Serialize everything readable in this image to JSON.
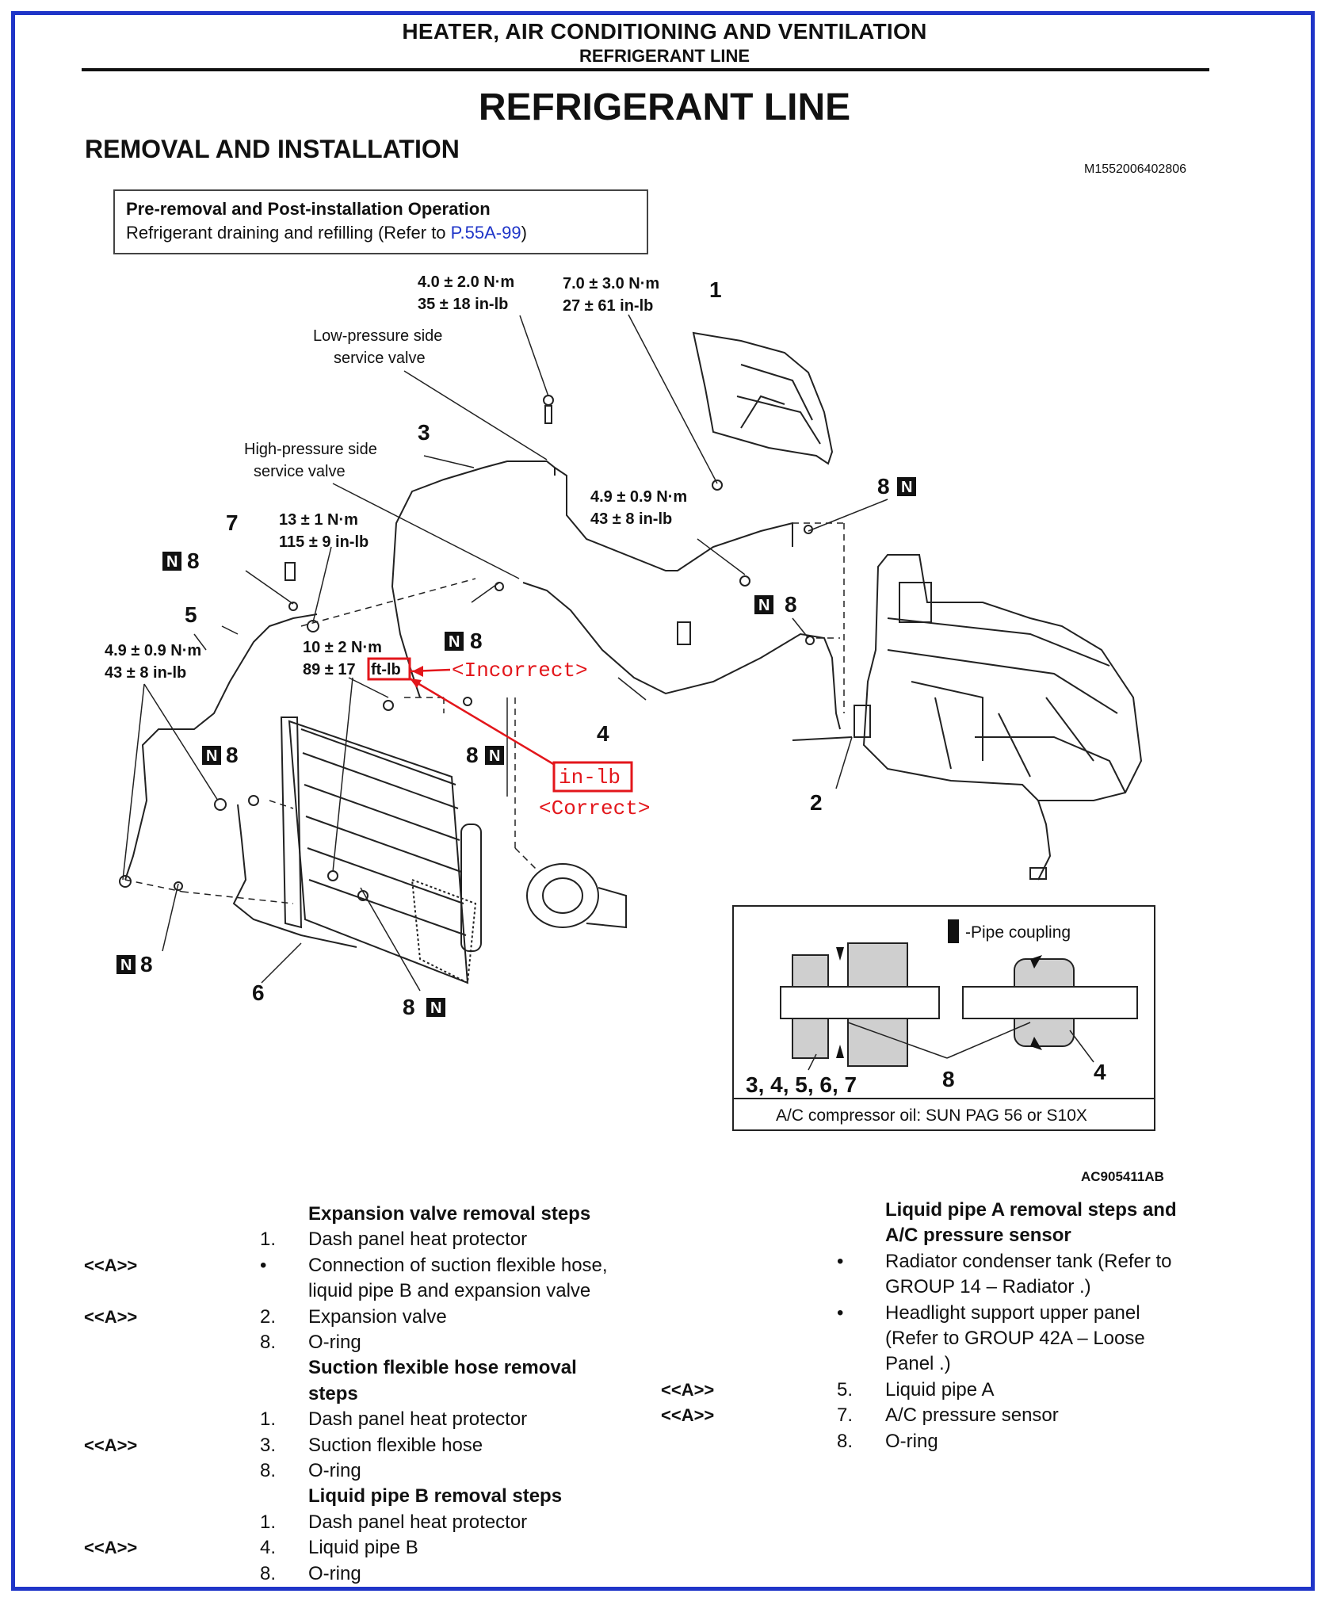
{
  "header": {
    "section": "HEATER, AIR CONDITIONING AND VENTILATION",
    "subsection": "REFRIGERANT LINE"
  },
  "title": "REFRIGERANT LINE",
  "subtitle": "REMOVAL AND INSTALLATION",
  "doc_id": "M1552006402806",
  "pre_box": {
    "heading": "Pre-removal and Post-installation Operation",
    "text": "Refrigerant draining and refilling (Refer to ",
    "link": "P.55A-99",
    "text_end": ")"
  },
  "diagram": {
    "torque_a1": "4.0 ± 2.0 N·m",
    "torque_a2": "35 ± 18 in-lb",
    "torque_b1": "7.0 ± 3.0 N·m",
    "torque_b2": "27 ± 61 in-lb",
    "low_valve_1": "Low-pressure side",
    "low_valve_2": "service valve",
    "high_valve_1": "High-pressure side",
    "high_valve_2": "service valve",
    "torque_c1": "13 ± 1 N·m",
    "torque_c2": "115 ± 9 in-lb",
    "torque_d1": "4.9 ± 0.9 N·m",
    "torque_d2": "43 ± 8 in-lb",
    "torque_e1": "4.9 ± 0.9 N·m",
    "torque_e2": "43 ± 8 in-lb",
    "torque_f1": "10 ± 2 N·m",
    "torque_f2": "89 ± 17",
    "torque_f_unit": "ft-lb",
    "incorrect": "<Incorrect>",
    "correct_unit": "in-lb",
    "correct": "<Correct>",
    "n_badge": "N",
    "part_1": "1",
    "part_2": "2",
    "part_3": "3",
    "part_4": "4",
    "part_5": "5",
    "part_6": "6",
    "part_7": "7",
    "part_8": "8",
    "inset": {
      "legend": "-Pipe coupling",
      "label_left": "3, 4, 5, 6, 7",
      "label_mid": "8",
      "label_right": "4",
      "oil": "A/C compressor oil: SUN PAG 56 or S10X"
    },
    "fig_id": "AC905411AB"
  },
  "steps_left": [
    {
      "mark": "",
      "num": "",
      "text": "Expansion valve removal steps",
      "heading": true
    },
    {
      "mark": "",
      "num": "1.",
      "text": "Dash panel heat protector"
    },
    {
      "mark": "<<A>>",
      "num": "•",
      "text": "Connection of suction flexible hose,"
    },
    {
      "mark": "",
      "num": "",
      "text": "liquid pipe B and expansion valve"
    },
    {
      "mark": "<<A>>",
      "num": "2.",
      "text": "Expansion valve"
    },
    {
      "mark": "",
      "num": "8.",
      "text": "O-ring"
    },
    {
      "mark": "",
      "num": "",
      "text": "Suction flexible hose removal",
      "heading": true
    },
    {
      "mark": "",
      "num": "",
      "text": "steps",
      "heading": true
    },
    {
      "mark": "",
      "num": "1.",
      "text": "Dash panel heat protector"
    },
    {
      "mark": "<<A>>",
      "num": "3.",
      "text": "Suction flexible hose"
    },
    {
      "mark": "",
      "num": "8.",
      "text": "O-ring"
    },
    {
      "mark": "",
      "num": "",
      "text": "Liquid pipe B removal steps",
      "heading": true
    },
    {
      "mark": "",
      "num": "1.",
      "text": "Dash panel heat protector"
    },
    {
      "mark": "<<A>>",
      "num": "4.",
      "text": "Liquid pipe B"
    },
    {
      "mark": "",
      "num": "8.",
      "text": "O-ring"
    }
  ],
  "steps_right": [
    {
      "mark": "",
      "num": "",
      "text": "Liquid pipe A removal steps and",
      "heading": true
    },
    {
      "mark": "",
      "num": "",
      "text": "A/C pressure sensor",
      "heading": true
    },
    {
      "mark": "",
      "num": "•",
      "text": "Radiator condenser tank (Refer to"
    },
    {
      "mark": "",
      "num": "",
      "text": "GROUP 14 – Radiator  .)"
    },
    {
      "mark": "",
      "num": "•",
      "text": "Headlight support upper panel"
    },
    {
      "mark": "",
      "num": "",
      "text": "(Refer to GROUP 42A – Loose"
    },
    {
      "mark": "",
      "num": "",
      "text": "Panel .)"
    },
    {
      "mark": "<<A>>",
      "num": "5.",
      "text": "Liquid pipe A"
    },
    {
      "mark": "<<A>>",
      "num": "7.",
      "text": "A/C pressure sensor"
    },
    {
      "mark": "",
      "num": "8.",
      "text": "O-ring"
    }
  ]
}
